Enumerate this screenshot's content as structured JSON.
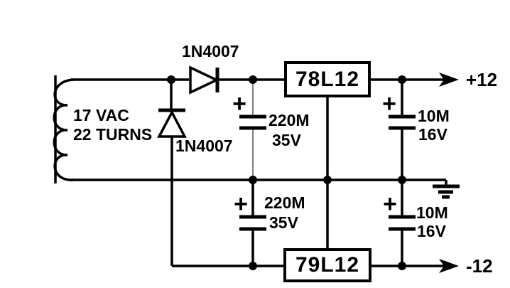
{
  "diagram": {
    "background_color": "#ffffff",
    "line_color": "#000000",
    "transformer": {
      "label_line1": "17 VAC",
      "label_line2": "22 TURNS"
    },
    "series_diode": {
      "label": "1N4007"
    },
    "shunt_diode": {
      "label": "1N4007"
    },
    "positive_regulator": {
      "label": "78L12"
    },
    "negative_regulator": {
      "label": "79L12"
    },
    "caps": {
      "top_filter": {
        "plus": "+",
        "value": "220M",
        "voltage": "35V"
      },
      "top_output": {
        "plus": "+",
        "value": "10M",
        "voltage": "16V"
      },
      "bottom_filter": {
        "plus": "+",
        "value": "220M",
        "voltage": "35V"
      },
      "bottom_output": {
        "plus": "+",
        "value": "10M",
        "voltage": "16V"
      }
    },
    "outputs": {
      "positive": "+12",
      "negative": "-12"
    }
  }
}
